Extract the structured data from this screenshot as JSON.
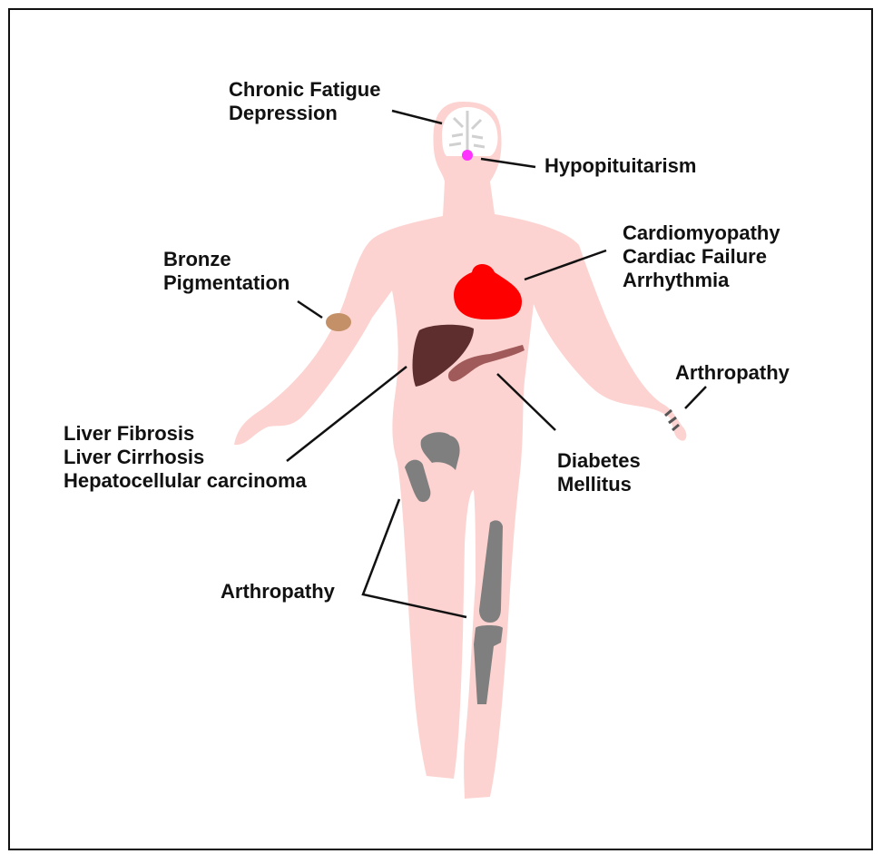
{
  "labels": {
    "brain": [
      "Chronic Fatigue",
      "Depression"
    ],
    "pituitary": [
      "Hypopituitarism"
    ],
    "heart": [
      "Cardiomyopathy",
      "Cardiac Failure",
      "Arrhythmia"
    ],
    "skin": [
      "Bronze",
      "Pigmentation"
    ],
    "hand_joints": [
      "Arthropathy"
    ],
    "liver": [
      "Liver Fibrosis",
      "Liver Cirrhosis",
      "Hepatocellular carcinoma"
    ],
    "pancreas": [
      "Diabetes",
      "Mellitus"
    ],
    "leg_joints": [
      "Arthropathy"
    ]
  },
  "colors": {
    "body": "#fcd3d0",
    "heart": "#ff0000",
    "liver": "#5e2e2e",
    "pancreas": "#a05a5a",
    "pituitary": "#ff33ff",
    "skin_patch": "#c49068",
    "bone": "#7f7f7f",
    "brain": "#ffffff"
  }
}
